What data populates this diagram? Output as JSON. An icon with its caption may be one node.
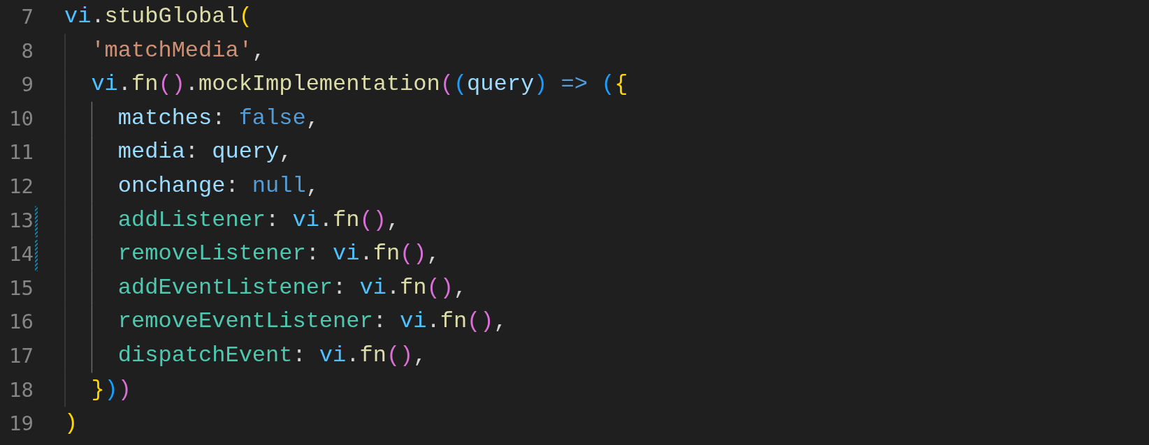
{
  "diagram": {
    "labels": [
      "7",
      "vi.stubGlobal(",
      "8",
      "  'matchMedia',",
      "9",
      "  vi.fn().mockImplementation((query) => ({",
      "10",
      "    matches: false,",
      "11",
      "    media: query,",
      "12",
      "    onchange: null,",
      "13",
      "    addListener: vi.fn(),",
      "14",
      "    removeListener: vi.fn(),",
      "15",
      "    addEventListener: vi.fn(),",
      "16",
      "    removeEventListener: vi.fn(),",
      "17",
      "    dispatchEvent: vi.fn(),",
      "18",
      "  }))",
      "19",
      ")"
    ]
  }
}
